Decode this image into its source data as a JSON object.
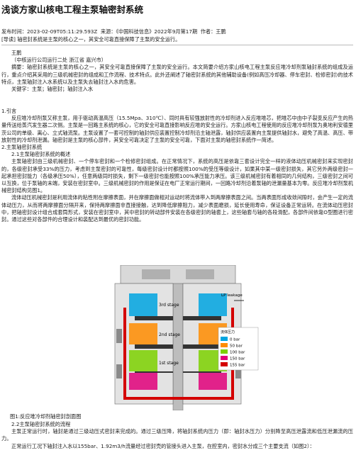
{
  "title": "浅谈方家山核电工程主泵轴密封系统",
  "meta": {
    "publish_time": "发布时间：2023-02-09T05:11:29.593Z",
    "source_label": "来源：",
    "source": "《中国科技信息》2022年9月第17期",
    "author_label": "作者：",
    "author": "王鹏"
  },
  "guide": "[导读] 轴密封系统是主泵的核心之一，其安全可靠直接保障了主泵的安全运行。",
  "author_block": {
    "name": "王鹏",
    "affiliation": "（中核运行公司运行二处 浙江省 嘉兴市）"
  },
  "abstract": "摘要：轴密封系统是主泵的核心之一，其安全可靠直接保障了主泵的安全运行。本文简要介绍方家山核电工程主泵反应堆冷却剂泵轴封系统的组成及运行，重点介绍其采用的三级机械密封的组成和工作流程、技术特点。此外还阐述了轴密封系统的其他辅助设备(例如高压冷却器、停车密封、检修密封)的技术特点，主泵轴封注入水系统以及主泵失去轴封注入水的危害。",
  "keywords": "关键字：主泵；轴密封；轴封注入水",
  "section1": {
    "heading": "1.引言",
    "body": "反应堆冷却剂泵又称主泵，用于驱动高温高压（15.5Mpa、310℃）、同时具有较强放射性的冷却剂进入反应堆堆芯，把堆芯中由中子裂变反应产生的热量传送给蒸汽发生器二次侧。主泵是一回路主系统的核心，它的安全可靠直接影响反应堆的安全运行。方家山核电工程使用的反应堆冷却剂泵为奥地利安德里茨公司的单级、离心、立式轴流泵。主泵设置了一套可控制的轴封供应装置控制冷却剂沿主轴泄露，轴封供应装置向主泵提供轴封水，避免了高温、高压、带放射性的冷却剂泄漏。轴密封是主泵的核心部件，其安全可靠决定了主泵的安全可靠，下面对主泵的轴密封系统作一简述。"
  },
  "section2": {
    "heading": "2.主泵轴密封系统",
    "sub1_heading": "2.1主泵轴密封系统的概述",
    "sub1_body": "主泵轴密封由三级机械密封、一个停车密封和一个检修密封组成。在正常情况下，系统的高压是依靠三套设计完全一样的液体动压机械密封来实现密封的，各级密封承受33%的压力，考虑到主泵密封的可靠性，每级密封设计时都按照100%的受压等级设计，如果其中某一级密封损失，其它另外两级密封一起承担密封能力（各级承压50%），任意两级同时损失，剩下一级密封也能按照100%承压能力承压。该三级机械密封有着相同的几何结构，三级密封之间可以互换，位于泵轴的末端，安装在密封室中。三级机械密封的作用是保证在电厂正常运行期间，一回路冷却剂沿着泵轴的泄漏量基本为零。反应堆冷却剂泵机械密封结构见图1。",
    "sub1_body2": "流体动压机械密封是利用流体的粘性附在摩擦表面，并在摩擦面做相对运动时将流体带入到两摩擦表面之间。当两表面形成收敛间隙时，会产生一定的流体动压力，从而将两摩擦面分隔开来，保持两摩擦面非直接接触，达到降低摩擦阻力，减少表面磨损，延长使用寿命，保证设备正常运转。在流体动压密封中，把轴密封设计组合成套筒形式，安装在密封室中，其中密封的转动部件安装在各级密封的轴套上，这些轴套与轴的各段滑配，各部件间依靠O型圈进行密封。通过这些对各部件的合理设计和装配达到最优的密封功能。"
  },
  "figure": {
    "stage1": "1st stage",
    "stage2": "2nd stage",
    "stage3": "3rd stage",
    "lp_leakage": "LP leakage",
    "legend_title": "流体压力",
    "legend": [
      {
        "label": "0 bar",
        "color": "#00a5e0"
      },
      {
        "label": "50 bar",
        "color": "#ff8c00"
      },
      {
        "label": "100 bar",
        "color": "#7cd100"
      },
      {
        "label": "150 bar",
        "color": "#e0007a"
      },
      {
        "label": "155 bar",
        "color": "#d40000"
      }
    ],
    "caption": "图1:反应堆冷却剂轴密封剖面图"
  },
  "section22": {
    "heading": "2.2主泵轴密封系统的流程",
    "body1": "主泵正常运行时，轴封是通过三级动压式密封来完成的。通过三级压降，将轴封系统内压力（即：轴封水压力）分别降至高压泄露流和低压泄漏流的压力。",
    "body2": "正常运行工况下轴封注入水以155bar、1.92m3/h流量经过密封壳的管接头进入主泵，在腔室内，密封水分成三个主要支流（如图2）："
  }
}
